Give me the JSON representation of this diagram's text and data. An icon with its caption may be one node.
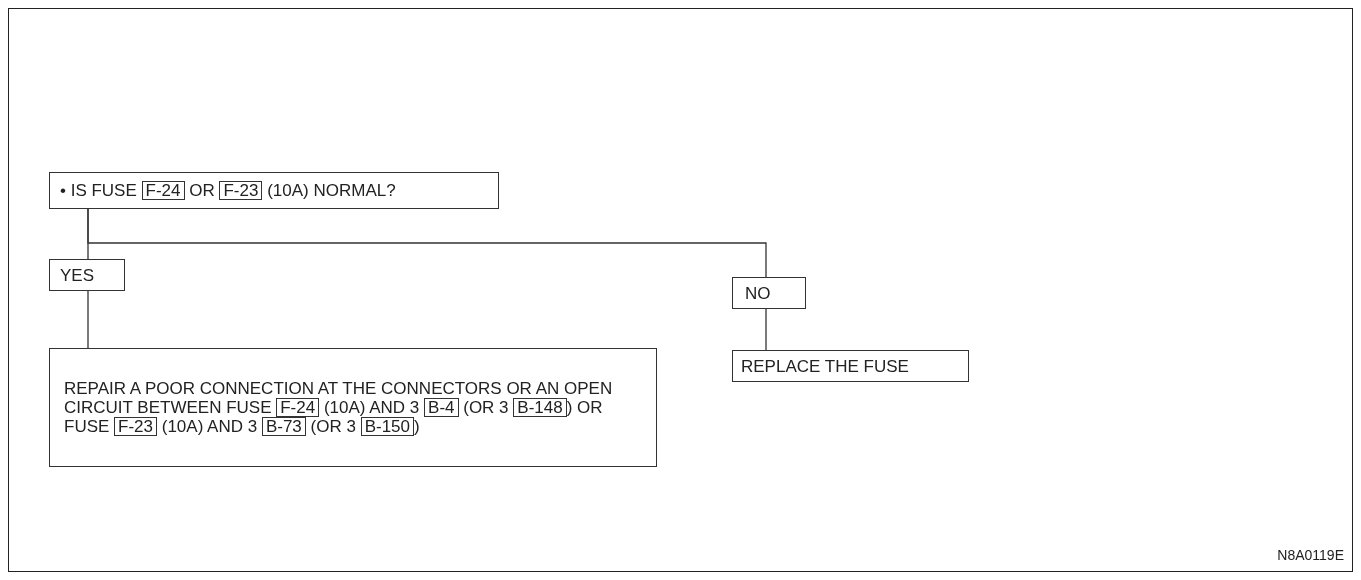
{
  "diagram": {
    "nodes": [
      {
        "text": [
          "• IS FUSE F-24 OR F-23 (10A) NORMAL?"
        ]
      },
      {
        "text": [
          "YES"
        ]
      },
      {
        "text": [
          "NO"
        ]
      },
      {
        "text": [
          "REPAIR A POOR CONNECTION AT THE CONNECTORS OR AN OPEN CIRCUIT BETWEEN FUSE F-24 (10A) AND 3 B-4 (OR 3 B-148) OR FUSE F-23 (10A) AND 3 B-73 (OR 3 B-150)"
        ]
      },
      {
        "text": [
          "REPLACE THE FUSE"
        ]
      }
    ],
    "edges": [
      {
        "from": 0,
        "to": 1,
        "arrow": "none"
      },
      {
        "from": 0,
        "to": 2,
        "arrow": "none"
      },
      {
        "from": 1,
        "to": 3,
        "arrow": "none"
      },
      {
        "from": 2,
        "to": 4,
        "arrow": "none"
      }
    ],
    "labels": [
      "N8A0119E"
    ]
  }
}
